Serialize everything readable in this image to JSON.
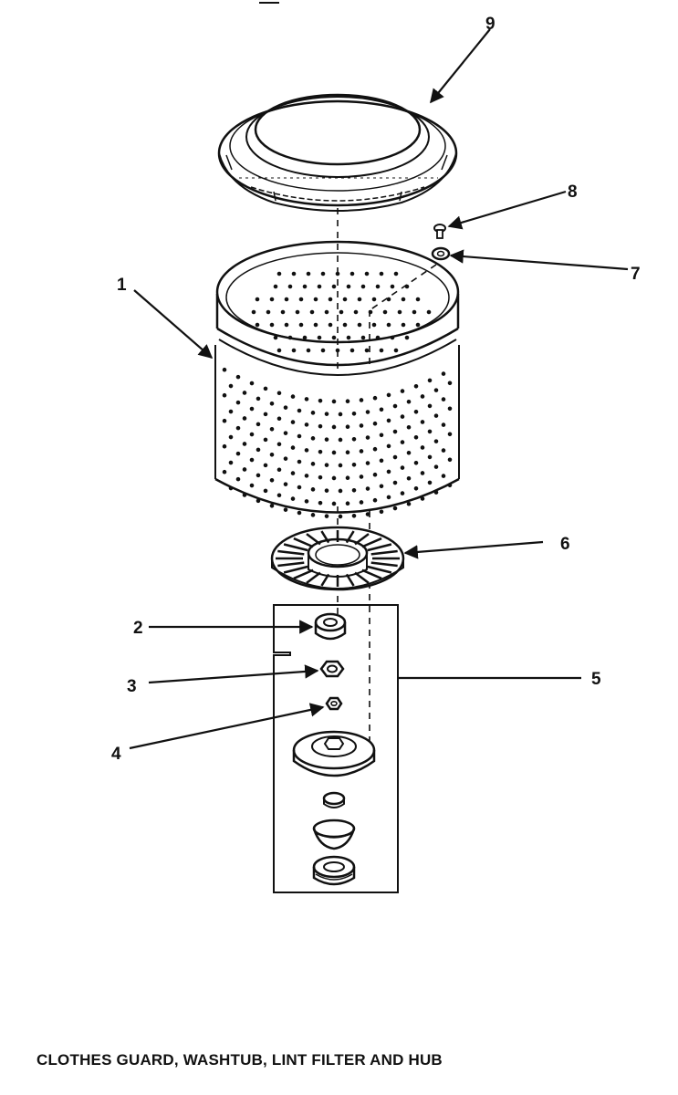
{
  "callouts": {
    "c1": "1",
    "c2": "2",
    "c3": "3",
    "c4": "4",
    "c5": "5",
    "c6": "6",
    "c7": "7",
    "c8": "8",
    "c9": "9"
  },
  "parts": {
    "p1": "washtub",
    "p2": "seal",
    "p3": "nut",
    "p4": "nut",
    "p5": "hub assembly",
    "p6": "lint filter",
    "p7": "washer",
    "p8": "screw",
    "p9": "clothes guard"
  },
  "caption": "CLOTHES GUARD, WASHTUB, LINT FILTER AND HUB",
  "colors": {
    "ink": "#111111",
    "background": "#ffffff"
  }
}
